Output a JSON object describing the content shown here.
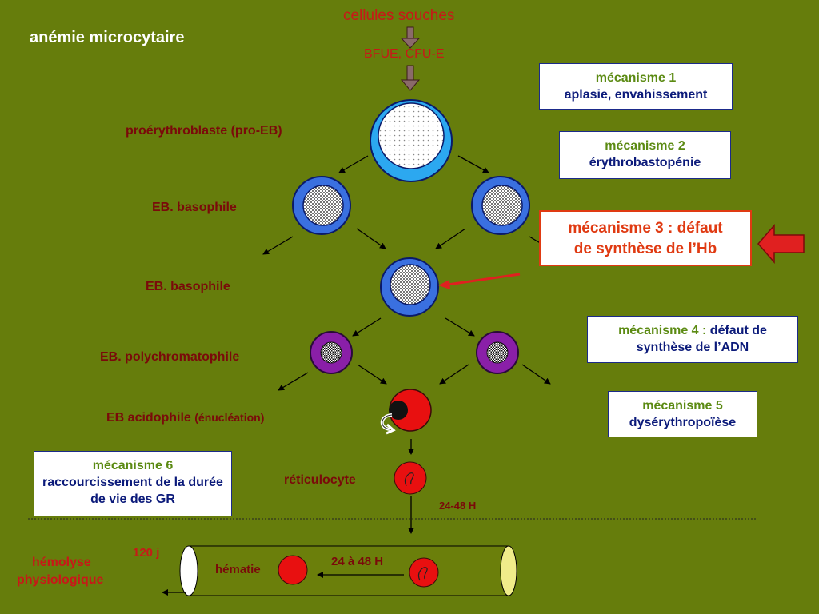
{
  "title": "anémie microcytaire",
  "top": {
    "stem_cells": "cellules souches",
    "progenitors": "BFUE, CFU-E"
  },
  "stages": {
    "pro_eb": "proérythroblaste (pro-EB)",
    "basophile_1": "EB. basophile",
    "basophile_2": "EB. basophile",
    "polychromatophile": "EB. polychromatophile",
    "acidophile": "EB acidophile",
    "acidophile_note": "(énucléation)",
    "reticulocyte": "réticulocyte",
    "maturation_time": "24-48 H"
  },
  "mechanisms": [
    {
      "title": "mécanisme 1",
      "text": "aplasie, envahissement"
    },
    {
      "title": "mécanisme 2",
      "text": "érythrobastopénie"
    },
    {
      "title": "mécanisme 3 :",
      "text_inline": "défaut",
      "text": "de synthèse de l’Hb"
    },
    {
      "title": "mécanisme 4 :",
      "text_inline": "défaut de",
      "text": "synthèse de l’ADN"
    },
    {
      "title": "mécanisme 5",
      "text": "dysérythropoïèse"
    },
    {
      "title": "mécanisme 6",
      "text": "raccourcissement de la durée de vie des GR"
    }
  ],
  "vessel": {
    "lifespan": "120 j",
    "hemolysis_1": "hémolyse",
    "hemolysis_2": "physiologique",
    "rbc": "hématie",
    "transit": "24 à 48 H"
  },
  "colors": {
    "background": "#667d0c",
    "label": "#7a0a0a",
    "mechanism_title": "#5b8a12",
    "mechanism_text": "#0b1a7a",
    "highlight": "#e03a12",
    "arrow_red": "#e02020",
    "cell_blue": "#3a70e0",
    "cell_light_blue": "#2ca8f0",
    "cell_purple": "#8a1fa8",
    "rbc_red": "#e81010"
  }
}
